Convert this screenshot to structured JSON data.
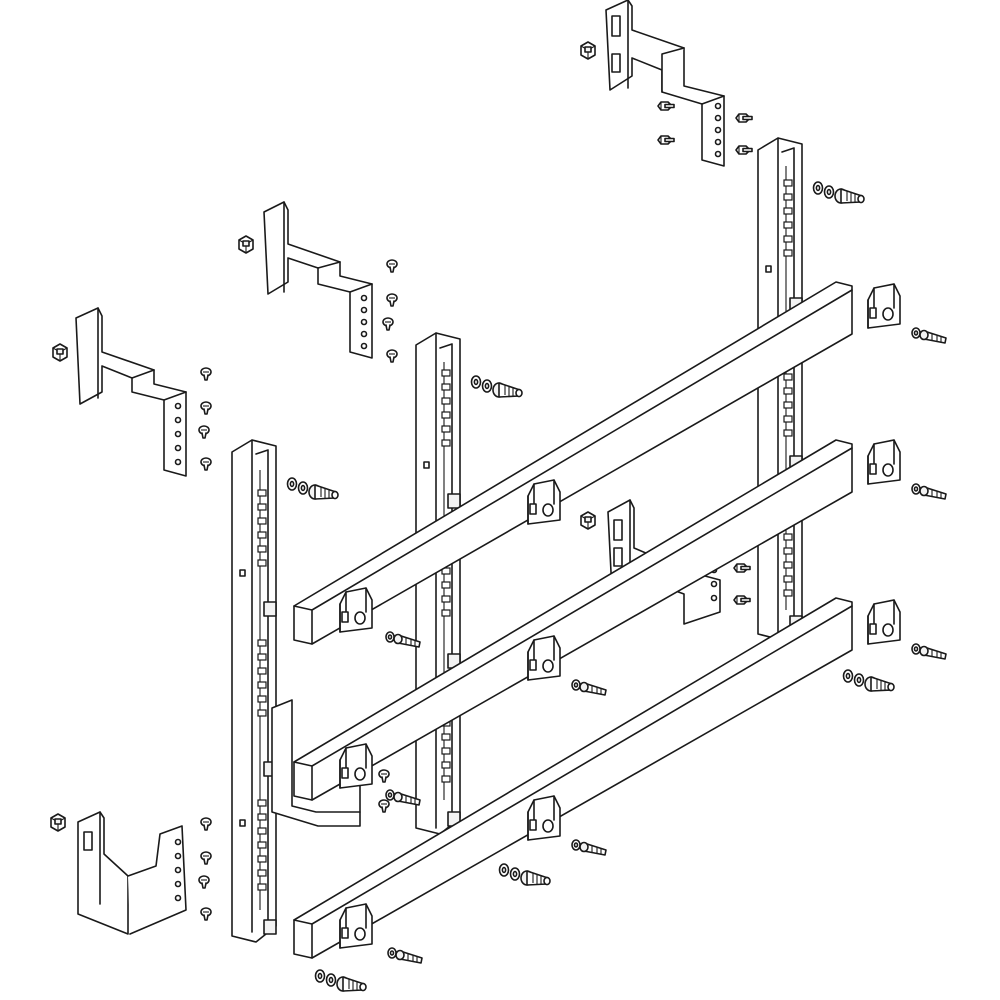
{
  "drawing": {
    "style": "monochrome exploded-view line drawing",
    "line_color": "#1a1a1a",
    "background_color": "#ffffff",
    "counts": {
      "vertical_rails": 3,
      "horizontal_busbars": 3,
      "mounting_brackets": 5,
      "busbar_clamps": 9
    }
  }
}
